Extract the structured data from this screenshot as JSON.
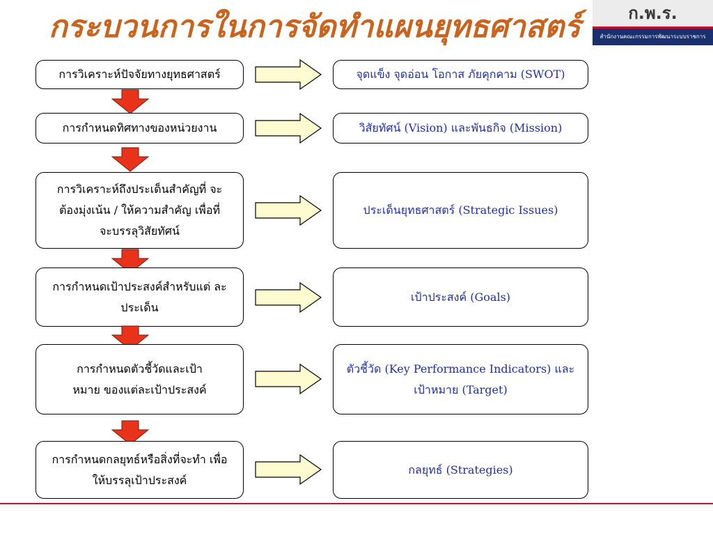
{
  "title": "กระบวนการในการจัดทำแผนยุทธศาสตร์",
  "logo": {
    "acronym": "ก.พ.ร.",
    "subtitle": "สำนักงานคณะกรรมการพัฒนาระบบราชการ"
  },
  "colors": {
    "title": "#c8641e",
    "right_text": "#1f2fa8",
    "down_arrow_fill": "#e8321a",
    "right_arrow_fill": "#fdfbcf",
    "divider": "#c8102e",
    "logo_bar": "#1a2f6e"
  },
  "steps": [
    {
      "left": "การวิเคราะห์ปัจจัยทางยุทธศาสตร์",
      "right": "จุดแข็ง จุดอ่อน โอกาส ภัยคุกคาม (SWOT)"
    },
    {
      "left": "การกำหนดทิศทางของหน่วยงาน",
      "right": "วิสัยทัศน์ (Vision) และพันธกิจ (Mission)"
    },
    {
      "left": "การวิเคราะห์ถึงประเด็นสำคัญที่ จะต้องมุ่งเน้น / ให้ความสำคัญ เพื่อที่จะบรรลุวิสัยทัศน์",
      "right": "ประเด็นยุทธศาสตร์ (Strategic Issues)"
    },
    {
      "left": "การกำหนดเป้าประสงค์สำหรับแต่ ละประเด็น",
      "right": "เป้าประสงค์ (Goals)"
    },
    {
      "left": "การกำหนดตัวชี้วัดและเป้าหมาย ของแต่ละเป้าประสงค์",
      "right": "ตัวชี้วัด (Key Performance Indicators) และ เป้าหมาย (Target)"
    },
    {
      "left": "การกำหนดกลยุทธ์หรือสิ่งที่จะทำ เพื่อให้บรรลุเป้าประสงค์",
      "right": "กลยุทธ์ (Strategies)"
    }
  ]
}
